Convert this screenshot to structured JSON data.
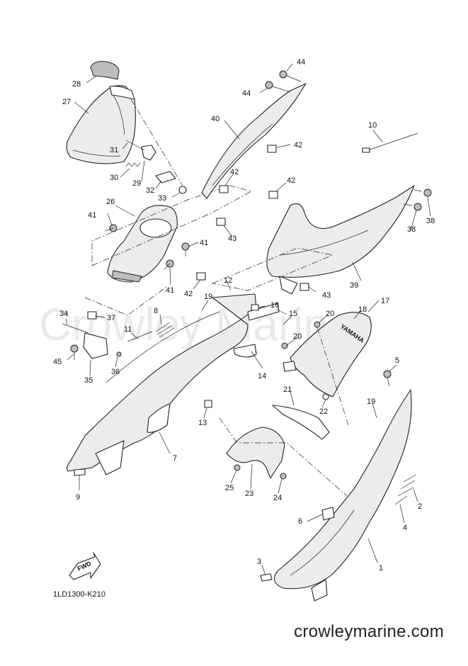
{
  "diagram": {
    "drawing_code": "1LD1300-K210",
    "website": "crowleymarine.com",
    "watermark": "Crowley Marine",
    "fwd_badge": "FWD",
    "brand_text": "YAMAHA",
    "callouts": [
      "1",
      "2",
      "3",
      "4",
      "5",
      "6",
      "7",
      "8",
      "9",
      "10",
      "11",
      "12",
      "13",
      "14",
      "15",
      "16",
      "17",
      "18",
      "19",
      "19",
      "20",
      "20",
      "21",
      "22",
      "23",
      "24",
      "25",
      "26",
      "27",
      "28",
      "29",
      "30",
      "31",
      "32",
      "33",
      "34",
      "35",
      "36",
      "37",
      "38",
      "38",
      "39",
      "40",
      "41",
      "41",
      "41",
      "42",
      "42",
      "42",
      "42",
      "43",
      "43",
      "43",
      "44",
      "44",
      "45"
    ]
  }
}
